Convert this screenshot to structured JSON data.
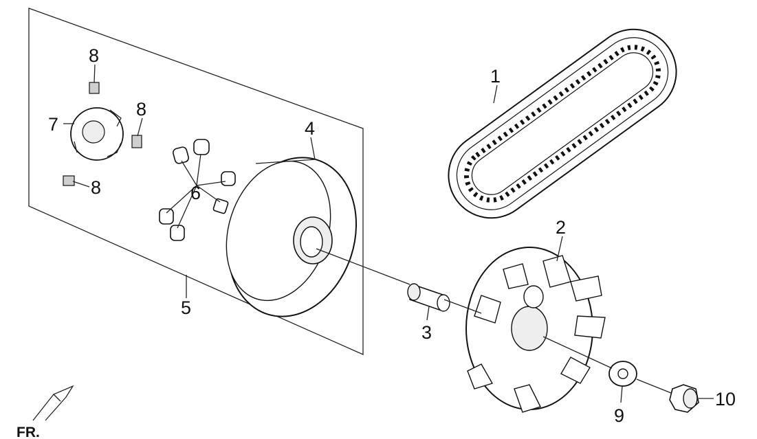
{
  "diagram": {
    "callouts": [
      "1",
      "2",
      "3",
      "4",
      "5",
      "6",
      "7",
      "8",
      "8",
      "8",
      "9",
      "10"
    ],
    "direction_marker": "FR.",
    "parts": [
      {
        "number": "1",
        "icon": "drive-belt-icon"
      },
      {
        "number": "2",
        "icon": "fan-pulley-icon"
      },
      {
        "number": "3",
        "icon": "bushing-icon"
      },
      {
        "number": "4",
        "icon": "movable-drive-face-icon"
      },
      {
        "number": "5",
        "icon": "assembly-bracket-icon"
      },
      {
        "number": "6",
        "icon": "roller-weight-icon"
      },
      {
        "number": "7",
        "icon": "ramp-plate-icon"
      },
      {
        "number": "8",
        "icon": "slider-piece-icon"
      },
      {
        "number": "9",
        "icon": "washer-icon"
      },
      {
        "number": "10",
        "icon": "nut-icon"
      }
    ]
  }
}
